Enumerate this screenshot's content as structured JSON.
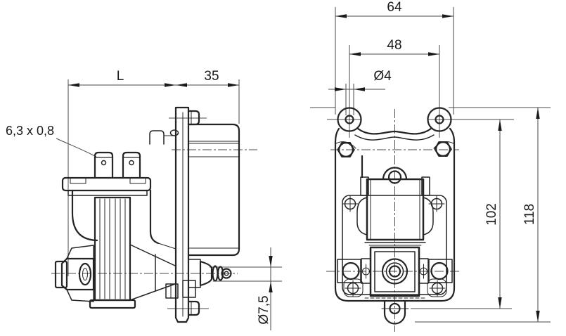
{
  "colors": {
    "bg": "#ffffff",
    "line": "#242424",
    "dim": "#4a4a4a",
    "txt": "#1a1a1a"
  },
  "drawing": {
    "type": "technical-dimension-drawing",
    "side_view": {
      "terminal_label": "6,3 x 0,8",
      "dim_length": "L",
      "dim_depth": "35",
      "dim_outlet_dia": "Ø7,5"
    },
    "front_view": {
      "dim_overall_width": "64",
      "dim_hole_spacing": "48",
      "dim_hole_dia": "Ø4",
      "dim_center_height": "102",
      "dim_overall_height": "118"
    }
  }
}
